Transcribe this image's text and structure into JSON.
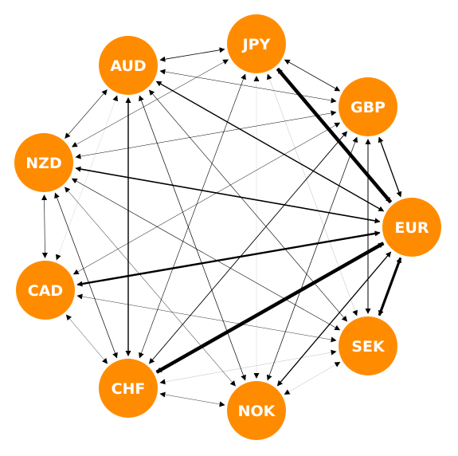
{
  "node_color": "#ff8c00",
  "edge_color": "#000000",
  "label_color": "#ffffff",
  "nodes": [
    "JPY",
    "AUD",
    "GBP",
    "NZD",
    "EUR",
    "CAD",
    "SEK",
    "CHF",
    "NOK"
  ],
  "edges": [
    {
      "source": "JPY",
      "target": "AUD",
      "weight": 0.8
    },
    {
      "source": "JPY",
      "target": "GBP",
      "weight": 0.8
    },
    {
      "source": "JPY",
      "target": "EUR",
      "weight": 4.5
    },
    {
      "source": "JPY",
      "target": "NZD",
      "weight": 0.5
    },
    {
      "source": "JPY",
      "target": "CHF",
      "weight": 0.6
    },
    {
      "source": "JPY",
      "target": "SEK",
      "weight": 0.3
    },
    {
      "source": "AUD",
      "target": "GBP",
      "weight": 0.5
    },
    {
      "source": "AUD",
      "target": "NZD",
      "weight": 0.6
    },
    {
      "source": "AUD",
      "target": "EUR",
      "weight": 1.4
    },
    {
      "source": "AUD",
      "target": "CHF",
      "weight": 1.4
    },
    {
      "source": "AUD",
      "target": "NOK",
      "weight": 0.7
    },
    {
      "source": "AUD",
      "target": "SEK",
      "weight": 0.6
    },
    {
      "source": "GBP",
      "target": "EUR",
      "weight": 1.3
    },
    {
      "source": "GBP",
      "target": "SEK",
      "weight": 1.0
    },
    {
      "source": "GBP",
      "target": "NZD",
      "weight": 0.5
    },
    {
      "source": "GBP",
      "target": "CAD",
      "weight": 0.5
    },
    {
      "source": "GBP",
      "target": "CHF",
      "weight": 0.9
    },
    {
      "source": "GBP",
      "target": "NOK",
      "weight": 0.7
    },
    {
      "source": "NZD",
      "target": "EUR",
      "weight": 1.6
    },
    {
      "source": "NZD",
      "target": "CAD",
      "weight": 0.6
    },
    {
      "source": "NZD",
      "target": "CHF",
      "weight": 0.7
    },
    {
      "source": "NZD",
      "target": "NOK",
      "weight": 0.5
    },
    {
      "source": "NZD",
      "target": "SEK",
      "weight": 0.6
    },
    {
      "source": "CAD",
      "target": "EUR",
      "weight": 2.4
    },
    {
      "source": "CAD",
      "target": "CHF",
      "weight": 0.4
    },
    {
      "source": "CAD",
      "target": "SEK",
      "weight": 0.4
    },
    {
      "source": "CHF",
      "target": "EUR",
      "weight": 4.5
    },
    {
      "source": "CHF",
      "target": "NOK",
      "weight": 0.4
    },
    {
      "source": "CHF",
      "target": "SEK",
      "weight": 0.3
    },
    {
      "source": "NOK",
      "target": "EUR",
      "weight": 1.3
    },
    {
      "source": "NOK",
      "target": "SEK",
      "weight": 0.3
    },
    {
      "source": "SEK",
      "target": "EUR",
      "weight": 3.2
    },
    {
      "source": "JPY",
      "target": "NOK",
      "weight": 0.2
    },
    {
      "source": "AUD",
      "target": "CAD",
      "weight": 0.2
    }
  ]
}
